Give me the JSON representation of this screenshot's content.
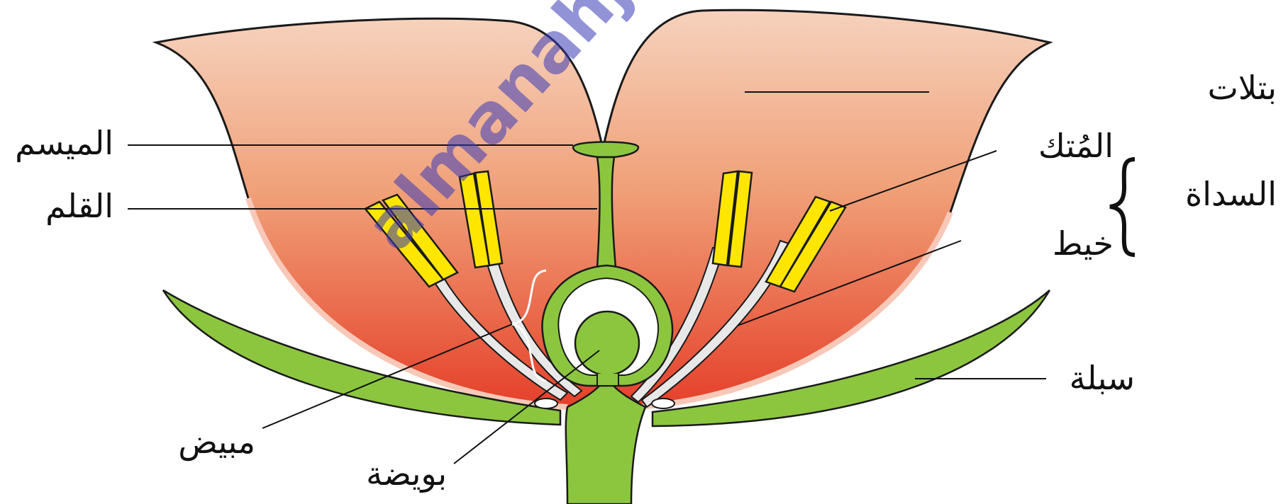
{
  "labels": {
    "petals": "بتلات",
    "anther": "المُتك",
    "stamen": "السداة",
    "filament": "خيط",
    "sepal": "سبلة",
    "stigma": "الميسم",
    "style": "القلم",
    "ovary": "مبيض",
    "ovule": "بويضة"
  },
  "watermark": "almanahj.com",
  "colors": {
    "petal_top": "#f4c3a8",
    "petal_bottom": "#e8432a",
    "green": "#8cc63f",
    "anther": "#ffe600",
    "outline": "#1a1a1a"
  }
}
